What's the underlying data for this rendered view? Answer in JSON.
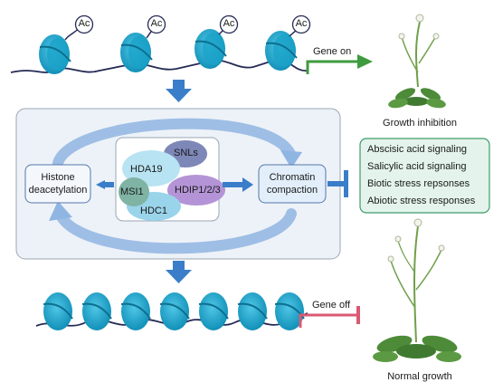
{
  "acetyl_label": "Ac",
  "gene_on": "Gene on",
  "gene_off": "Gene off",
  "plant_top_caption": "Growth inhibition",
  "plant_bottom_caption": "Normal growth",
  "left_box": {
    "line1": "Histone",
    "line2": "deacetylation"
  },
  "right_box": {
    "line1": "Chromatin",
    "line2": "compaction"
  },
  "complex": [
    "SNLs",
    "HDA19",
    "MSI1",
    "HDIP1/2/3",
    "HDC1"
  ],
  "responses": [
    "Abscisic acid signaling",
    "Salicylic acid signaling",
    "Biotic stress repsonses",
    "Abiotic stress responses"
  ],
  "colors": {
    "nucleosome": "#1aa3c8",
    "nucleosome_dark": "#0d6f8f",
    "dna": "#262a56",
    "arrow_blue": "#3a7ec9",
    "gene_on": "#3f9b3f",
    "gene_off": "#d95a73",
    "panel_bg": "#edf2f8",
    "response_bg": "#e4f4ec",
    "response_border": "#3f9b6a"
  }
}
